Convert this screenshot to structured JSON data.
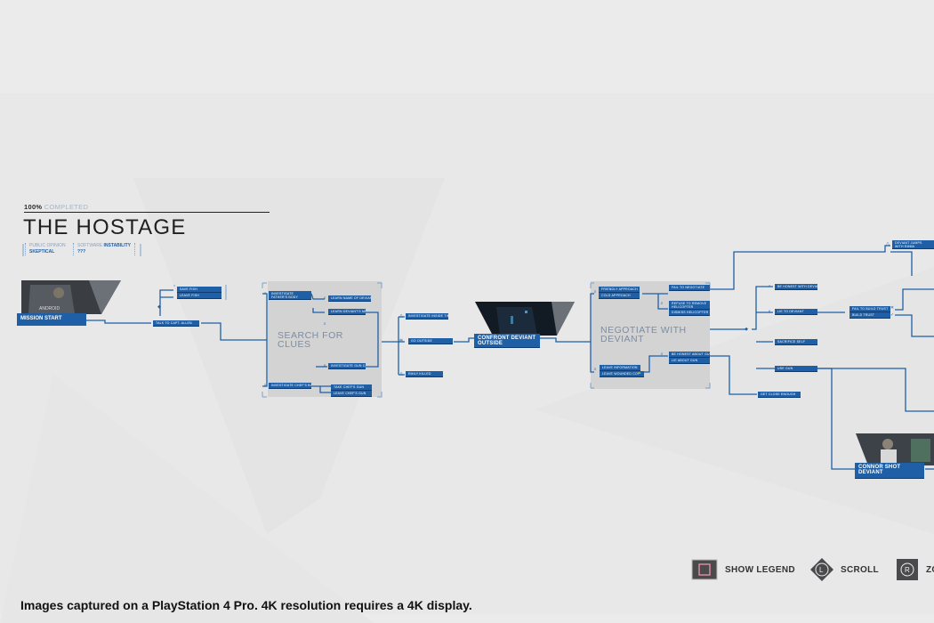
{
  "header": {
    "percent": "100%",
    "completed_label": "COMPLETED",
    "title": "THE HOSTAGE",
    "public_opinion_label": "PUBLIC OPINION",
    "public_opinion_value": "SKEPTICAL",
    "software_label": "SOFTWARE",
    "instability_label": "INSTABILITY",
    "instability_value": "???"
  },
  "start": {
    "thumb_caption": "ANDROID",
    "label": "MISSION START"
  },
  "nodes": {
    "talk_captain": "TALK TO CAPT. ALLEN",
    "save_fish": "SAVE FISH",
    "leave_fish": "LEAVE FISH",
    "investigate_deviant": "INVESTIGATE FATHER'S BODY",
    "learn_name": "LEARN NAME OF DEVIANT",
    "learn_motive": "LEARN DEVIANT'S MOTIVE",
    "investigate_gun": "INVESTIGATE GUN CASE",
    "investigate_tablet": "INVESTIGATE CHEF'S BODY",
    "take_gun": "TAKE CHEF'S GUN",
    "leave_gun": "LEAVE CHEF'S GUN",
    "investigate_room": "INVESTIGATE INSIDE TIME",
    "go_outside": "GO OUTSIDE",
    "emily_killed": "EMILY KILLED",
    "friendly": "FRIENDLY APPROACH",
    "cold": "COLD APPROACH",
    "fail_negotiate": "FAIL TO NEGOTIATE",
    "refuse_helicopter": "REFUSE TO REMOVE HELICOPTER",
    "dismiss_helicopter": "DISMISS HELICOPTER",
    "leave_alone": "LEAVE INFORMATION",
    "leave_wounded": "LEAVE WOUNDED COP",
    "be_honest_gun": "BE HONEST ABOUT GUN",
    "lie_gun": "LIE ABOUT GUN",
    "be_honest_deviant": "BE HONEST WITH DEVIANT",
    "lie_deviant": "LIE TO DEVIANT",
    "fail_trust": "FAIL TO BUILD TRUST",
    "build_trust": "BUILD TRUST",
    "sacrifice": "SACRIFICE SELF",
    "use_gun": "USE GUN",
    "get_close": "GET CLOSE ENOUGH",
    "deviant_jumps": "DEVIANT JUMPS WITH EMMA"
  },
  "chapters": {
    "search": "SEARCH FOR CLUES",
    "negotiate": "NEGOTIATE WITH DEVIANT"
  },
  "scenes": {
    "confront": "CONFRONT DEVIANT OUTSIDE",
    "connor_shot": "CONNOR SHOT DEVIANT"
  },
  "controls": {
    "legend": "SHOW LEGEND",
    "scroll": "SCROLL",
    "scroll_button": "L",
    "zoom_button": "R",
    "zoom_partial": "ZO"
  },
  "footer": "Images captured on a PlayStation 4 Pro. 4K resolution requires a 4K display.",
  "colors": {
    "accent": "#1f5fa5",
    "background": "#ebebec",
    "chapter_box": "#d3d3d4"
  }
}
